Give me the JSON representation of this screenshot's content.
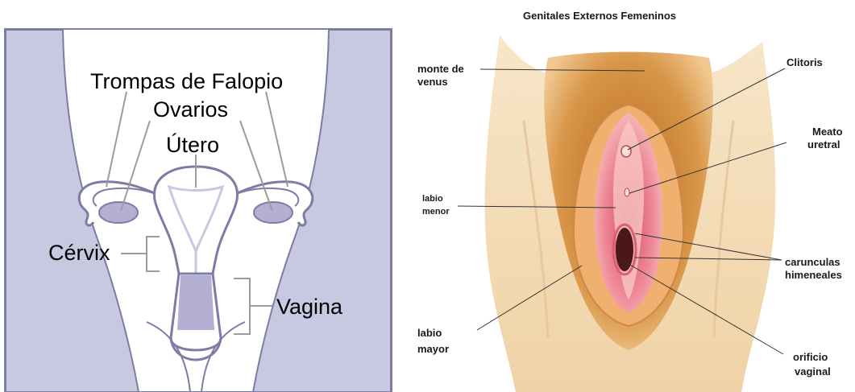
{
  "left": {
    "labels": {
      "fallopian": "Trompas de Falopio",
      "ovaries": "Ovarios",
      "uterus": "Útero",
      "cervix": "Cérvix",
      "vagina": "Vagina"
    },
    "colors": {
      "bg": "#ffffff",
      "body": "#c8c8e0",
      "outline": "#7c7ca4",
      "organ": "#b4b0d4",
      "pointer": "#9aa091"
    }
  },
  "right": {
    "title": "Genitales Externos Femeninos",
    "labels": {
      "mons_1": "monte de",
      "mons_2": "venus",
      "clitoris": "Clitoris",
      "meatus_1": "Meato",
      "meatus_2": "uretral",
      "labia_minora_1": "labio",
      "labia_minora_2": "menor",
      "caruncles_1": "carunculas",
      "caruncles_2": "himeneales",
      "labia_majora_1": "labio",
      "labia_majora_2": "mayor",
      "orifice_1": "orificio",
      "orifice_2": "vaginal"
    },
    "colors": {
      "skin": "#f5e2c0",
      "hair": "#c47a28",
      "inner": "#e8748a",
      "pale": "#f8c8c0"
    }
  }
}
